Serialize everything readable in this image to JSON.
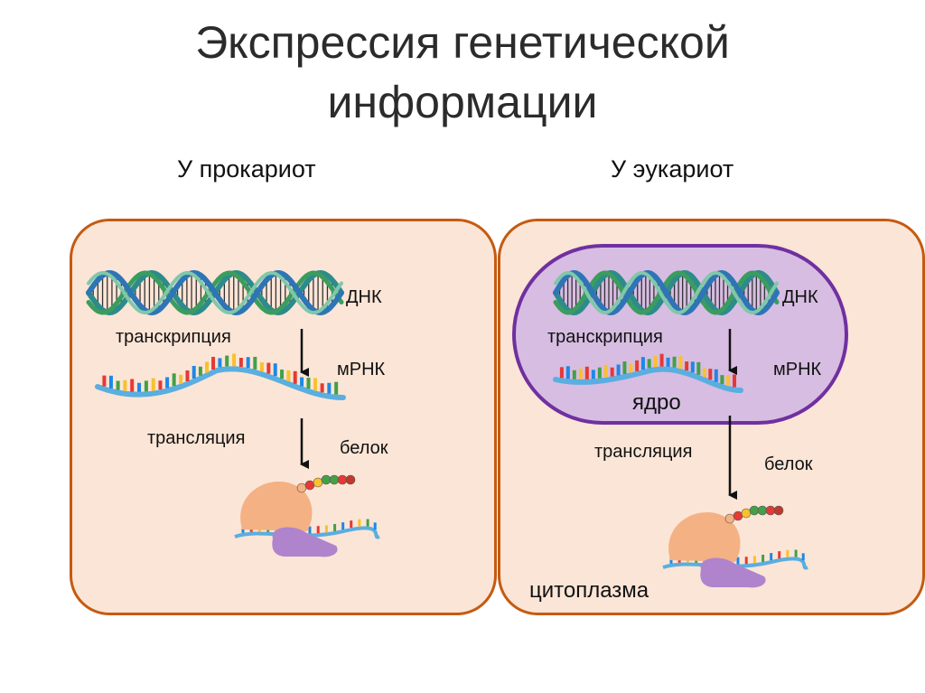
{
  "title": {
    "line1": "Экспрессия генетической",
    "line2": "информации"
  },
  "prokaryote": {
    "heading": "У прокариот",
    "dna": "ДНК",
    "transcription": "транскрипция",
    "mrna": "мРНК",
    "translation": "трансляция",
    "protein": "белок"
  },
  "eukaryote": {
    "heading": "У эукариот",
    "dna": "ДНК",
    "transcription": "транскрипция",
    "mrna": "мРНК",
    "nucleus": "ядро",
    "translation": "трансляция",
    "protein": "белок",
    "cytoplasm": "цитоплазма"
  },
  "colors": {
    "cell_fill": "#fbe5d6",
    "cell_border": "#c55a11",
    "nucleus_fill": "#d7bde2",
    "nucleus_border": "#7030a0",
    "dna_strand_teal": "#2e8b8b",
    "dna_strand_blue": "#2e75b6",
    "dna_strand_green": "#3a9d5d",
    "mrna_backbone": "#5aaee0",
    "ribosome_large": "#f4b183",
    "ribosome_small": "#b084cc"
  }
}
